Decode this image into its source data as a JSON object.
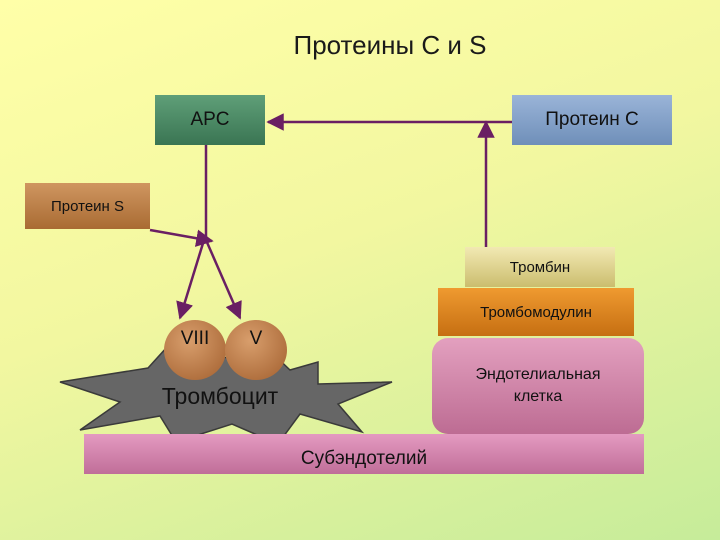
{
  "title": "Протеины C и S",
  "nodes": {
    "apc": "APC",
    "protein_c": "Протеин C",
    "protein_s": "Протеин S",
    "thrombin": "Тромбин",
    "thrombomodulin": "Тромбомодулин",
    "endothelial_cell": "Эндотелиальная клетка",
    "factor_viii": "VIII",
    "factor_v": "V",
    "platelet": "Тромбоцит",
    "subendothelium": "Субэндотелий"
  },
  "colors": {
    "arrow": "#6a1f63",
    "platelet": "#666666"
  }
}
